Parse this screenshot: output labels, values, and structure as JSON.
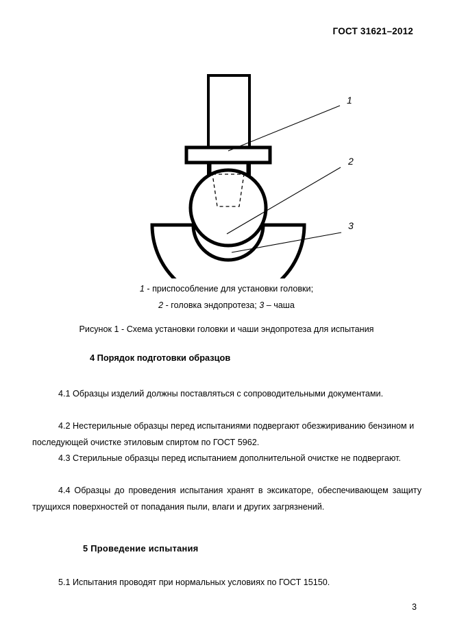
{
  "document": {
    "standard_header": "ГОСТ 31621–2012",
    "page_number": "3"
  },
  "figure": {
    "callouts": [
      {
        "id": "1",
        "label": "1"
      },
      {
        "id": "2",
        "label": "2"
      },
      {
        "id": "3",
        "label": "3"
      }
    ],
    "legend_line_1_number": "1",
    "legend_line_1_text": " - приспособление для установки головки;",
    "legend_line_2_number_a": "2",
    "legend_line_2_text_a": " - головка эндопротеза; ",
    "legend_line_2_number_b": "3",
    "legend_line_2_text_b": " – чаша",
    "caption": "Рисунок 1 - Схема установки головки и чаши эндопротеза для испытания"
  },
  "sections": [
    {
      "heading": "4 Порядок подготовки образцов",
      "paragraphs": [
        "4.1 Образцы изделий должны поставляться с сопроводительными документами.",
        "4.2 Нестерильные образцы перед испытаниями подвергают обезжириванию бензином и последующей очистке этиловым спиртом по ГОСТ 5962.",
        "4.3 Стерильные образцы перед испытанием дополнительной очистке не подвергают.",
        "4.4 Образцы до проведения испытания хранят в эксикаторе, обеспечивающем защиту трущихся поверхностей от попадания пыли, влаги и других загрязнений."
      ]
    },
    {
      "heading": "5  Проведение  испытания",
      "paragraphs": [
        "5.1 Испытания проводят при нормальных условиях по ГОСТ  15150."
      ]
    }
  ]
}
